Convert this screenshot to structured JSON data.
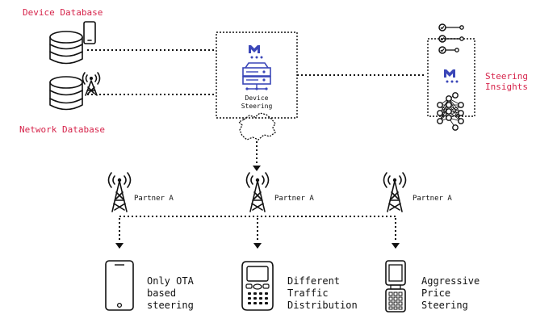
{
  "databases": {
    "device": "Device Database",
    "network": "Network Database"
  },
  "hub": {
    "label_line1": "Device",
    "label_line2": "Steering"
  },
  "insights": {
    "label_line1": "Steering",
    "label_line2": "Insights"
  },
  "partners": [
    {
      "label": "Partner A"
    },
    {
      "label": "Partner A"
    },
    {
      "label": "Partner A"
    }
  ],
  "outcomes": [
    {
      "lines": [
        "Only OTA",
        "based",
        "steering"
      ]
    },
    {
      "lines": [
        "Different",
        "Traffic",
        "Distribution"
      ]
    },
    {
      "lines": [
        "Aggressive",
        "Price",
        "Steering"
      ]
    }
  ],
  "colors": {
    "accent_text": "#d6234a",
    "brand": "#3b47b8",
    "ink": "#111111"
  }
}
